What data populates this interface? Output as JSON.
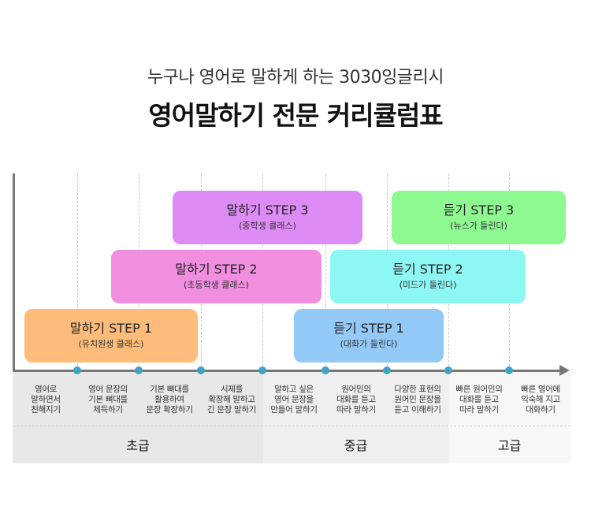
{
  "header": {
    "subtitle": "누구나 영어로 말하게 하는 3030잉글리시",
    "title": "영어말하기 전문 커리큘럼표"
  },
  "steps": [
    {
      "title": "말하기 STEP 3",
      "sub": "(중학생 클래스)",
      "color": "#dd8cf5"
    },
    {
      "title": "듣기 STEP 3",
      "sub": "(뉴스가 들린다)",
      "color": "#8ff991"
    },
    {
      "title": "말하기 STEP 2",
      "sub": "(초등학생 클래스)",
      "color": "#f08ee0"
    },
    {
      "title": "듣기 STEP 2",
      "sub": "(미드가 들린다)",
      "color": "#8df7f4"
    },
    {
      "title": "말하기 STEP 1",
      "sub": "(유치원생 클래스)",
      "color": "#fdbc7b"
    },
    {
      "title": "듣기 STEP 1",
      "sub": "(대화가 들린다)",
      "color": "#92c9f6"
    }
  ],
  "stages": [
    "영어로\n말하면서\n친해지기",
    "영어 문장의\n기본 뼈대를\n체득하기",
    "기본 뼈대를\n활용하여\n문장 확장하기",
    "시제를\n확장해 말하고\n긴 문장 말하기",
    "말하고 싶은\n영어 문장을\n만들어 말하기",
    "원어민의\n대화를 듣고\n따라 말하기",
    "다양한 표현의\n원어민 문장을\n듣고 이해하기",
    "빠른 원어민의\n대화를 듣고\n따라 말하기",
    "빠른 영어에\n익숙해 지고\n대화하기"
  ],
  "levels": [
    "초급",
    "중급",
    "고급"
  ],
  "colors": {
    "axis": "#777777",
    "dot": "#41a3c2",
    "zone_beginner": "#e8e8e8",
    "zone_intermediate": "#efefef",
    "zone_advanced": "#f7f7f7"
  }
}
